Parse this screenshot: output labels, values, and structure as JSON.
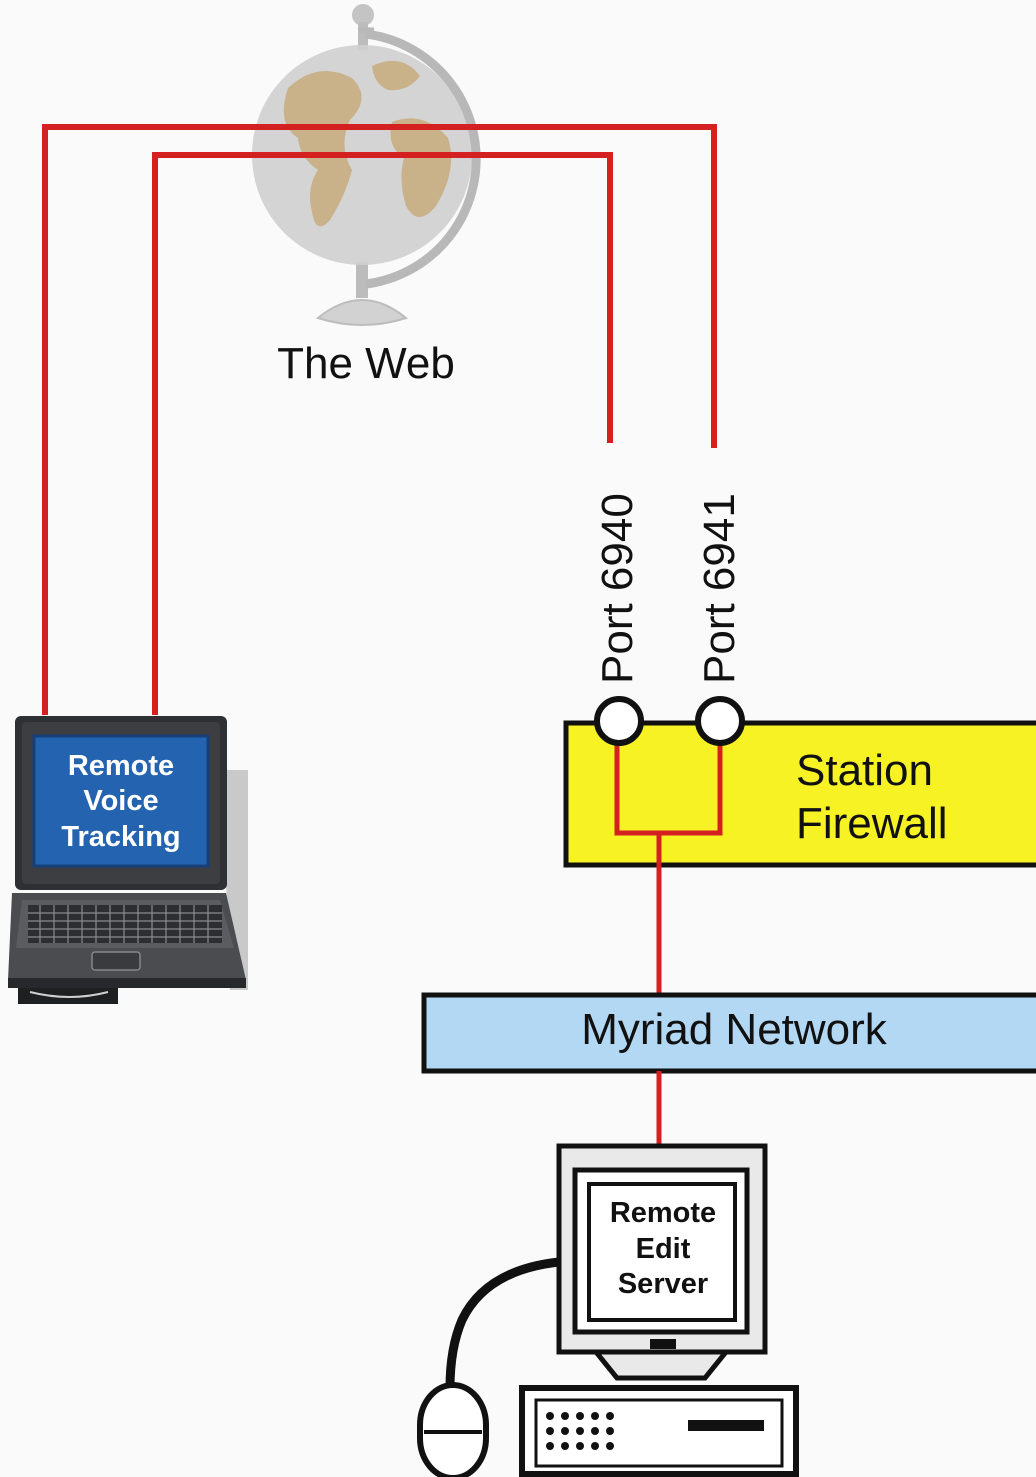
{
  "globe": {
    "label": "The Web"
  },
  "ports": [
    {
      "label": "Port 6940"
    },
    {
      "label": "Port 6941"
    }
  ],
  "laptop": {
    "lines": [
      "Remote",
      "Voice",
      "Tracking"
    ]
  },
  "firewall": {
    "lines": [
      "Station",
      "Firewall"
    ]
  },
  "network": {
    "label": "Myriad Network"
  },
  "server": {
    "lines": [
      "Remote",
      "Edit",
      "Server"
    ]
  },
  "colors": {
    "connection": "#d42020",
    "firewall_fill": "#f7f223",
    "network_fill": "#b3d8f4",
    "laptop_screen": "#2363b0",
    "globe_land": "#c9b28a",
    "globe_water": "#c8c8c8"
  }
}
